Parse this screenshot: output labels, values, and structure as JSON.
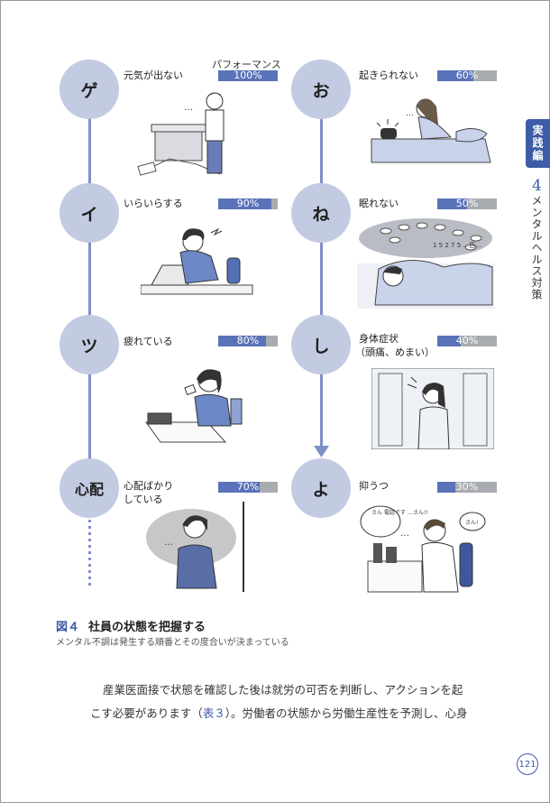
{
  "perf_header": "パフォーマンス",
  "left_column": [
    {
      "circle": "ゲ",
      "label": "元気が出ない",
      "percent": "100%",
      "fill": 1.0
    },
    {
      "circle": "イ",
      "label": "いらいらする",
      "percent": "90%",
      "fill": 0.9
    },
    {
      "circle": "ツ",
      "label": "疲れている",
      "percent": "80%",
      "fill": 0.8
    },
    {
      "circle": "心配",
      "label_line1": "心配ばかり",
      "label_line2": "している",
      "percent": "70%",
      "fill": 0.7
    }
  ],
  "right_column": [
    {
      "circle": "お",
      "label": "起きられない",
      "percent": "60%",
      "fill": 0.6
    },
    {
      "circle": "ね",
      "label": "眠れない",
      "percent": "50%",
      "fill": 0.5
    },
    {
      "circle": "し",
      "label_line1": "身体症状",
      "label_line2": "（頭痛、めまい）",
      "percent": "40%",
      "fill": 0.4
    },
    {
      "circle": "よ",
      "label": "抑うつ",
      "percent": "30%",
      "fill": 0.3
    }
  ],
  "illustration_texts": {
    "sheep_count": "1 5 2 7 5 …匹…",
    "bubble_left": "さん\n電話です\n…さん!!",
    "bubble_right": "さん!",
    "ellipsis": "…"
  },
  "side": {
    "tab": "実践編",
    "number": "4",
    "title": "メンタルヘルス対策"
  },
  "figure": {
    "number": "図４",
    "title": "社員の状態を把握する",
    "caption": "メンタル不調は発生する順番とその度合いが決まっている"
  },
  "body": {
    "line1": "産業医面接で状態を確認した後は就労の可否を判断し、アクションを起",
    "line2_a": "こす必要があります（",
    "line2_ref": "表３",
    "line2_b": "）。労働者の状態から労働生産性を予測し、心身"
  },
  "page_number": "121",
  "colors": {
    "accent": "#3d5ba6",
    "circle": "#c3cbe3",
    "bar_fill": "#5a73b8",
    "bar_bg": "#a8abb0"
  }
}
